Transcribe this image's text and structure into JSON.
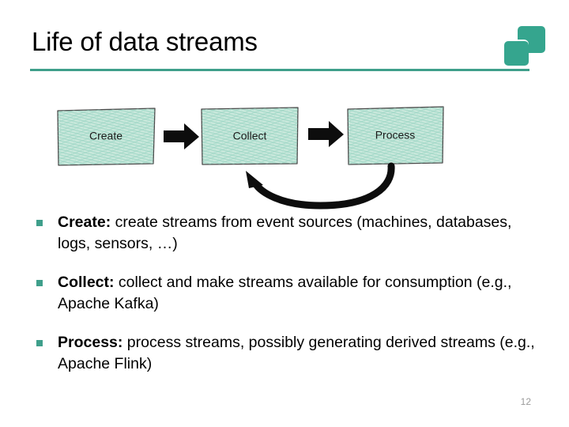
{
  "slide": {
    "title": "Life of data streams",
    "page_number": "12",
    "accent_color": "#3f9f8b",
    "logo_color": "#35a58e",
    "box_fill_color": "#c8e8de",
    "box_texture_color": "#8fd0c0",
    "bullet_marker_color": "#3f9f8b"
  },
  "diagram": {
    "type": "flow",
    "nodes": [
      {
        "id": "create",
        "label": "Create"
      },
      {
        "id": "collect",
        "label": "Collect"
      },
      {
        "id": "process",
        "label": "Process"
      }
    ],
    "edges": [
      {
        "from": "create",
        "to": "collect",
        "style": "block-arrow"
      },
      {
        "from": "collect",
        "to": "process",
        "style": "block-arrow"
      },
      {
        "from": "process",
        "to": "collect",
        "style": "curved-feedback-arrow"
      }
    ]
  },
  "bullets": [
    {
      "lead": "Create:",
      "text": " create streams from event sources (machines, databases, logs, sensors, …)"
    },
    {
      "lead": "Collect:",
      "text": " collect and make streams available for consumption (e.g., Apache Kafka)"
    },
    {
      "lead": "Process:",
      "text": " process streams, possibly generating derived streams (e.g., Apache Flink)"
    }
  ]
}
